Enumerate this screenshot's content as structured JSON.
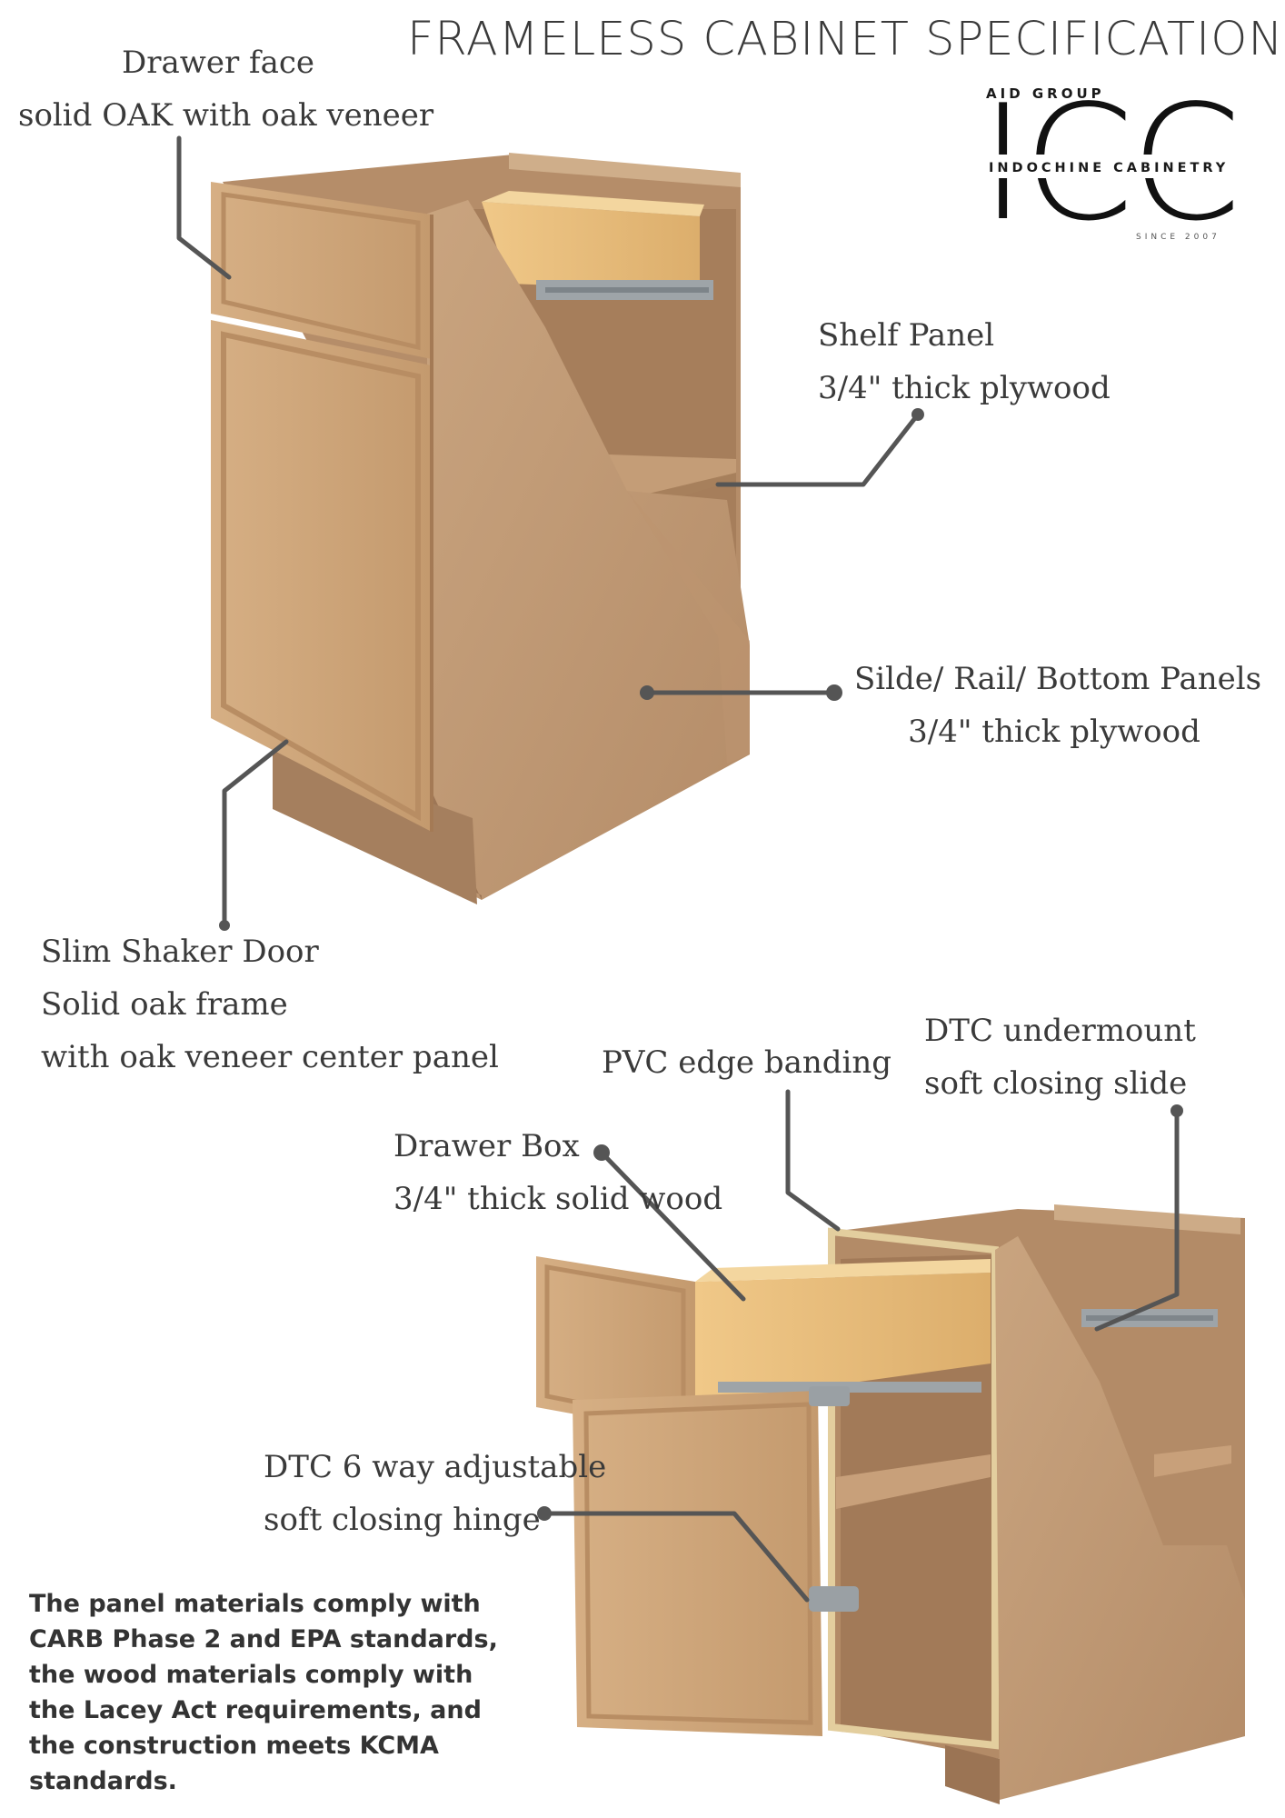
{
  "title": "FRAMELESS CABINET SPECIFICATION",
  "logo": {
    "group": "AID GROUP",
    "mark": "ICC",
    "name": "INDOCHINE CABINETRY",
    "since": "SINCE 2007"
  },
  "callouts": {
    "drawer_face": [
      "Drawer face",
      "solid OAK with oak veneer"
    ],
    "shelf_panel": [
      "Shelf Panel",
      "3/4\" thick plywood"
    ],
    "side_panels": [
      "Silde/ Rail/ Bottom Panels",
      "3/4\" thick plywood"
    ],
    "shaker_door": [
      "Slim Shaker Door",
      "Solid oak frame",
      "with oak veneer center panel"
    ],
    "edge_banding": [
      "PVC edge banding"
    ],
    "slide": [
      "DTC  undermount",
      "soft closing slide"
    ],
    "drawer_box": [
      "Drawer Box",
      "3/4\" thick solid wood"
    ],
    "hinge": [
      "DTC  6 way adjustable",
      "soft closing hinge"
    ]
  },
  "compliance_note": "The panel materials comply with CARB Phase 2 and EPA standards, the wood materials comply with the Lacey Act requirements, and the construction meets KCMA standards.",
  "colors": {
    "plywood": "#c19a74",
    "plywood_dark": "#a77f5c",
    "oak": "#cfa679",
    "drawer_wood": "#e6bb78",
    "leader": "#555555",
    "logo": "#111111"
  }
}
